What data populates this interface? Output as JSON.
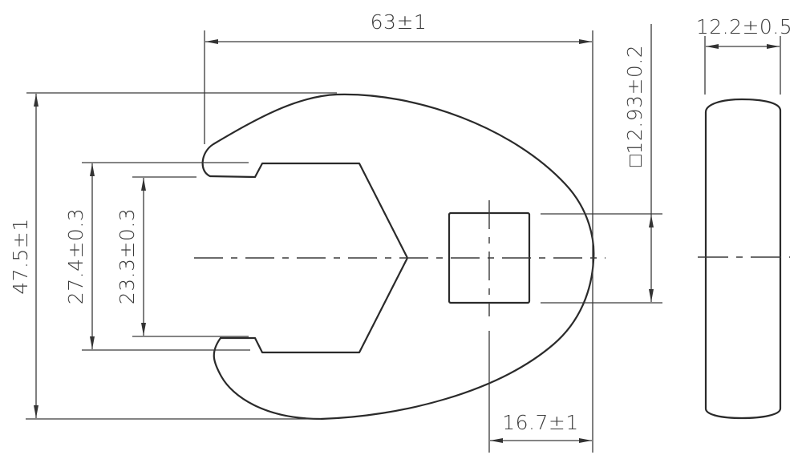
{
  "drawing": {
    "subject": "crowfoot wrench",
    "views": [
      "front-view",
      "side-view"
    ],
    "line_color": "#2a2a2a",
    "background": "#ffffff"
  },
  "dimensions": {
    "overall_length": "63±1",
    "overall_height": "47.5±1",
    "opening_outer": "27.4±0.3",
    "opening_inner": "23.3±0.3",
    "square_drive": "□12.93±0.2",
    "drive_offset": "16.7±1",
    "thickness": "12.2±0.5"
  }
}
